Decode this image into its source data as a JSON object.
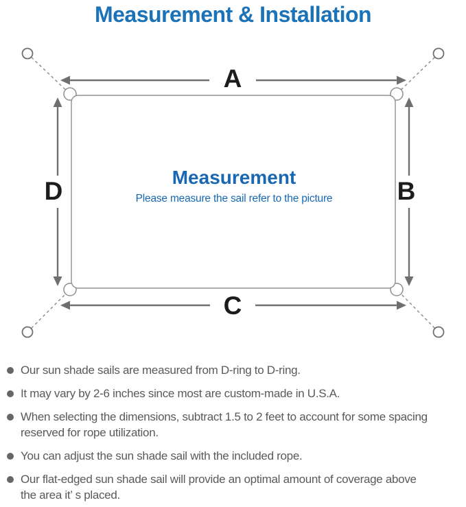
{
  "title": "Measurement & Installation",
  "diagram": {
    "labels": {
      "top": "A",
      "right": "B",
      "bottom": "C",
      "left": "D"
    },
    "center": {
      "heading": "Measurement",
      "subheading": "Please measure the sail refer to the picture"
    }
  },
  "notes": [
    {
      "lines": [
        "Our sun shade sails are measured from D-ring to D-ring."
      ]
    },
    {
      "lines": [
        "It may vary by 2-6 inches since most are custom-made in U.S.A."
      ]
    },
    {
      "lines": [
        "When selecting the dimensions, subtract 1.5 to 2 feet to account for some spacing",
        "reserved for rope utilization."
      ]
    },
    {
      "lines": [
        "You can adjust the sun shade sail with the included rope."
      ]
    },
    {
      "lines": [
        "Our flat-edged sun shade sail will provide an optimal amount of coverage above",
        "the area it’ s placed."
      ]
    }
  ],
  "colors": {
    "title-blue": "#1a72b9",
    "center-blue": "#1767b2",
    "line-gray": "#8f8f8f",
    "arrow-gray": "#6f6f6f",
    "label-black": "#1c1c1c",
    "note-gray": "#58595b",
    "bullet-gray": "#666666",
    "background": "#ffffff"
  }
}
